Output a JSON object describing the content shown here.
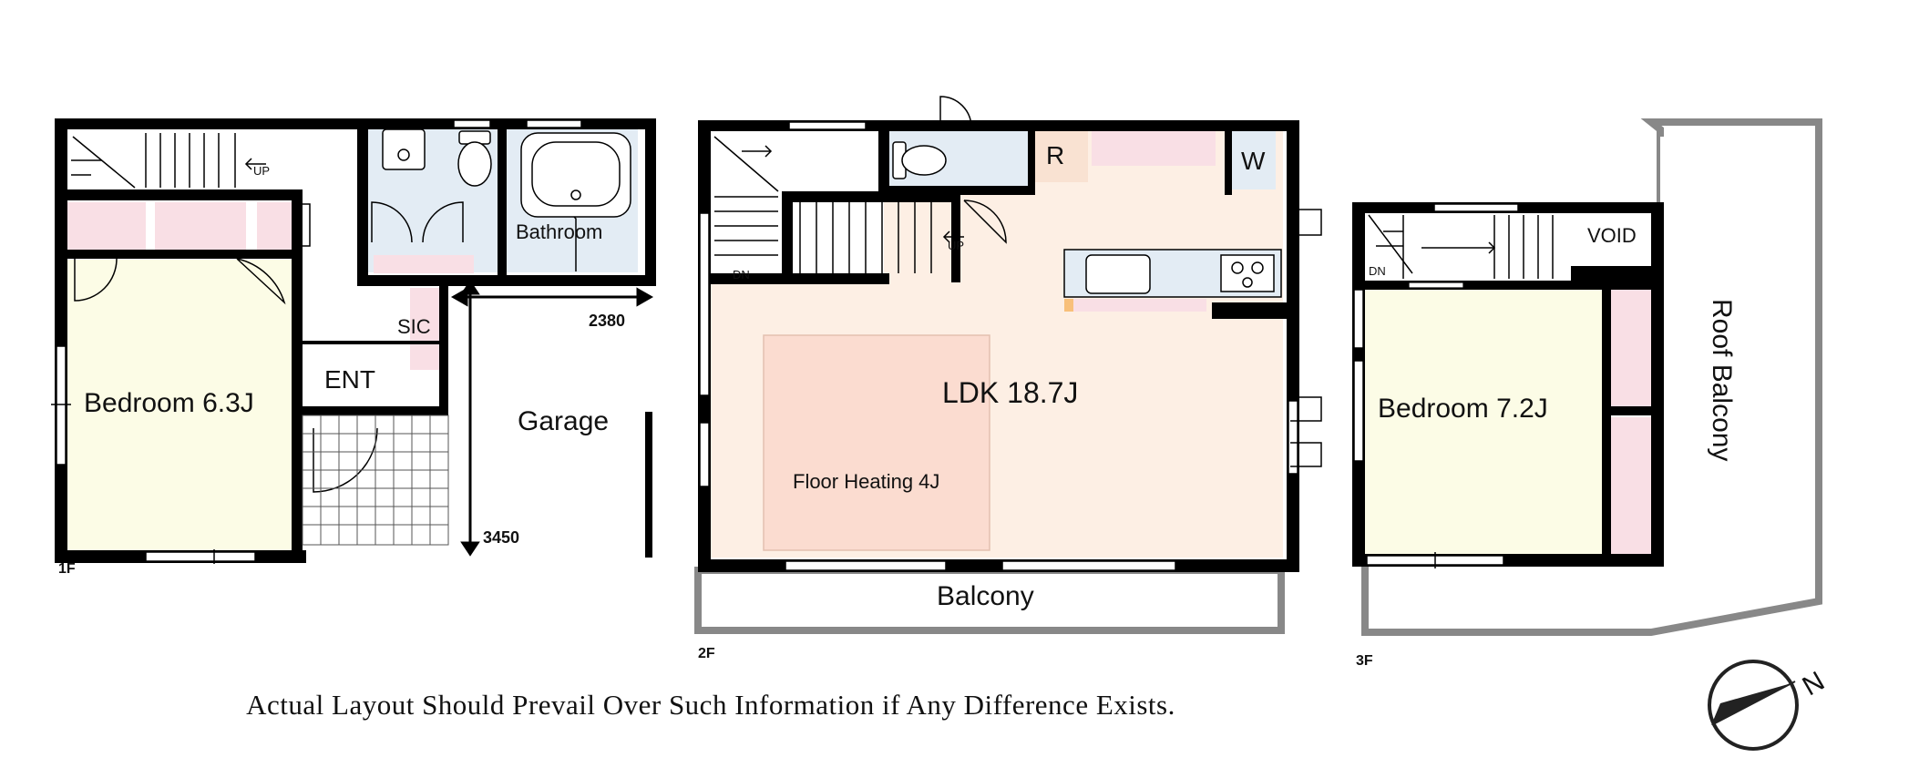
{
  "floors": {
    "first": {
      "floor_label": "1F",
      "bedroom_label": "Bedroom 6.3J",
      "bathroom_label": "Bathroom",
      "sic_label": "SIC",
      "ent_label": "ENT",
      "up_label": "UP"
    },
    "garage": {
      "label": "Garage",
      "width_dim": "2380",
      "depth_dim": "3450"
    },
    "second": {
      "floor_label": "2F",
      "ldk_label": "LDK 18.7J",
      "heating_label": "Floor Heating 4J",
      "balcony_label": "Balcony",
      "refrigerator_label": "R",
      "washer_label": "W",
      "up_label": "UP",
      "dn_label": "DN"
    },
    "third": {
      "floor_label": "3F",
      "bedroom_label": "Bedroom 7.2J",
      "void_label": "VOID",
      "dn_label": "DN",
      "roof_balcony_label": "Roof Balcony"
    }
  },
  "disclaimer": "Actual Layout Should Prevail Over Such Information if Any Difference Exists.",
  "compass_letter": "N",
  "colors": {
    "wall": "#000000",
    "bedroom_fill": "#fcfce6",
    "ldk_fill": "#fdefe4",
    "heating_fill": "#fbdcd0",
    "wet_fill": "#e3ecf4",
    "closet_fill": "#f9dfe5",
    "balcony_border": "#888888"
  }
}
